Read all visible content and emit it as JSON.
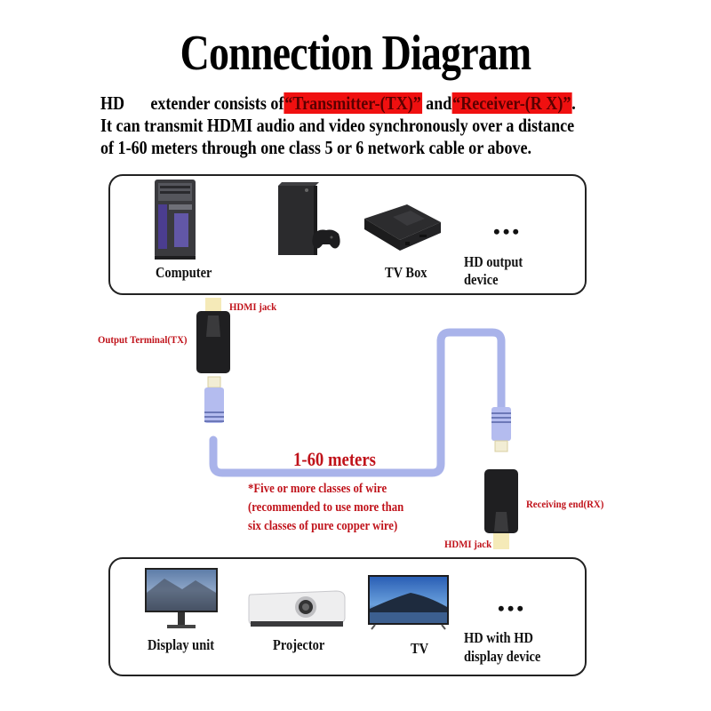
{
  "title": "Connection Diagram",
  "intro": {
    "line1_prefix": "HD",
    "line1_mid": "extender consists of",
    "transmitter": "“Transmitter-(TX)”",
    "and": "and",
    "receiver": "“Receiver-(R X)”",
    "period": ".",
    "line2": "It can transmit HDMI audio and video synchronously over a distance",
    "line3": "of 1-60 meters through one class 5 or 6 network cable or above."
  },
  "colors": {
    "highlight": "#f01010",
    "annotation_red": "#c0121a",
    "cable": "#a9b3ea"
  },
  "sources": {
    "items": [
      {
        "icon": "computer-tower-icon",
        "label": "Computer"
      },
      {
        "icon": "game-console-icon",
        "label": ""
      },
      {
        "icon": "tv-box-icon",
        "label": "TV Box"
      },
      {
        "icon": "more-icon",
        "dots": "•••",
        "label_line1": "HD      output",
        "label_line2": "device"
      }
    ]
  },
  "transmitter": {
    "jack_label": "HDMI jack",
    "terminal_label": "Output Terminal(TX)"
  },
  "cable": {
    "distance_label": "1-60 meters",
    "note_lines": [
      "*Five or more classes of wire",
      "(recommended to use more than",
      "six classes of pure copper wire)"
    ]
  },
  "receiver": {
    "terminal_label": "Receiving end(RX)",
    "jack_label": "HDMI jack"
  },
  "displays": {
    "items": [
      {
        "icon": "monitor-icon",
        "label": "Display unit"
      },
      {
        "icon": "projector-icon",
        "label": "Projector"
      },
      {
        "icon": "tv-icon",
        "label": "TV"
      },
      {
        "icon": "more-icon",
        "dots": "•••",
        "label_line1": "HD    with HD",
        "label_line2": "display device"
      }
    ]
  }
}
